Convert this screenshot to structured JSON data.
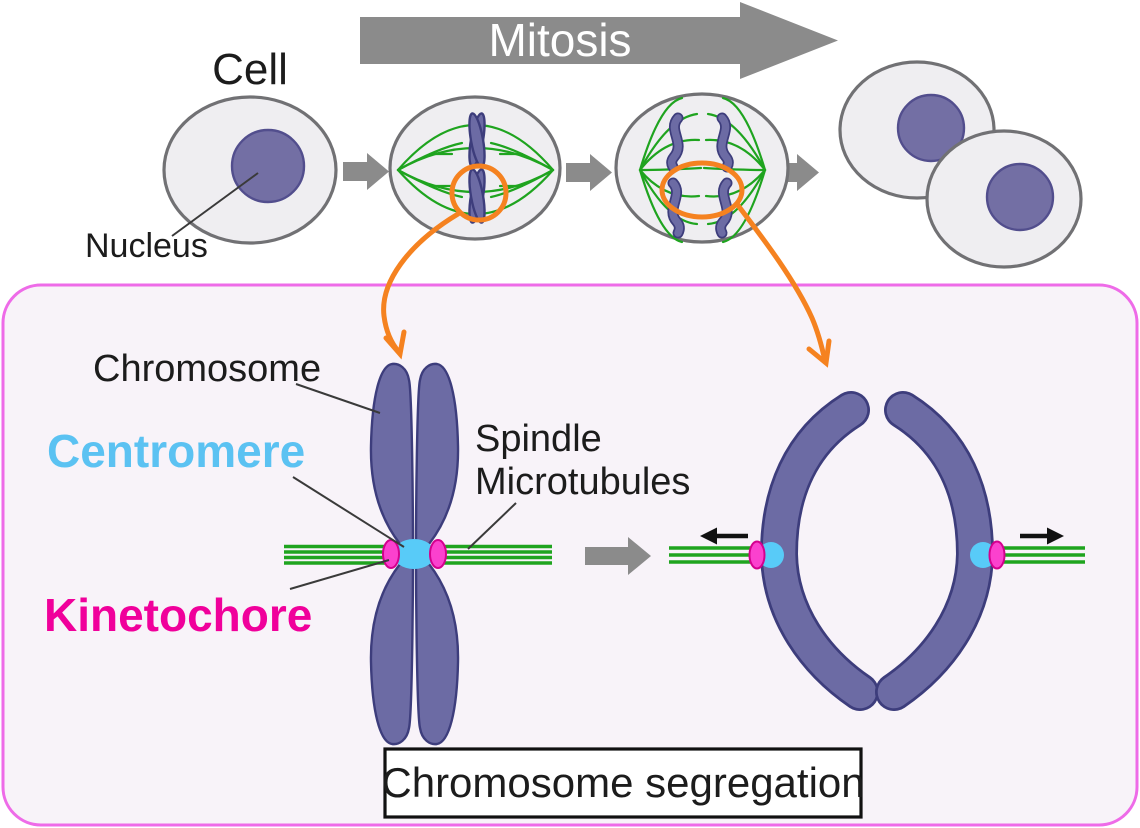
{
  "banner": {
    "label": "Mitosis"
  },
  "labels": {
    "cell": "Cell",
    "nucleus": "Nucleus",
    "chromosome": "Chromosome",
    "centromere": "Centromere",
    "kinetochore": "Kinetochore",
    "spindle_line1": "Spindle",
    "spindle_line2": "Microtubules",
    "caption": "Chromosome segregation"
  },
  "colors": {
    "gray-arrow": "#8B8B8B",
    "cell-fill": "#EFEEF1",
    "cell-stroke": "#717174",
    "nucleus-fill": "#736FA4",
    "nucleus-stroke": "#524E8D",
    "chromosome-fill": "#6C6BA4",
    "chromosome-stroke": "#3D3D7C",
    "microtubule-green": "#1FA41F",
    "centromere-fill": "#58CBF8",
    "kinetochore-fill": "#FB41CE",
    "kinetochore-stroke": "#D4008E",
    "centromere-label": "#5BC2F2",
    "kinetochore-label": "#F0009B",
    "highlight-orange": "#F58220",
    "panel-border": "#EE6BE8",
    "panel-bg": "#F8F3F9",
    "text-black": "#1C1C1C",
    "banner-text": "#FFFFFF"
  }
}
